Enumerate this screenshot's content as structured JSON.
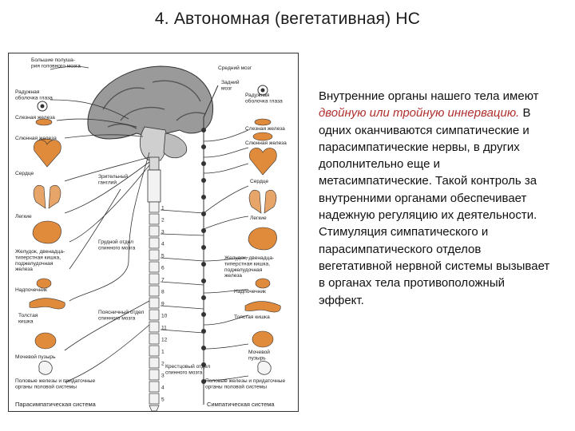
{
  "slide": {
    "title": "4. Автономная (вегетативная) НС"
  },
  "figure": {
    "labels_left": [
      "Большие полуша-\nрия головного мозга",
      "Радужная\nоболочка глаза",
      "Слезная железа",
      "Слюнная железа",
      "Сердце",
      "Легкие",
      "Желудок, двенадца-\nтиперстная кишка,\nподжелудочная\nжелеза",
      "Надпочечник",
      "Толстая\nкишка",
      "Мочевой пузырь",
      "Половые железы и придаточные\nорганы половой системы"
    ],
    "labels_center": [
      "Средний мозг",
      "Задний\nмозг",
      "Зрительный\nганглий",
      "Грудной отдел\nспинного мозга",
      "Поясничный отдел\nспинного мозга",
      "Крестцовый отдел\nспинного мозга"
    ],
    "labels_right": [
      "Радужная\nоболочка глаза",
      "Слезная железа",
      "Слюнная железа",
      "Сердце",
      "Легкие",
      "Желудок, двенадца-\nтиперстная кишка,\nподжелудочная\nжелеза",
      "Надпочечник",
      "Толстая кишка",
      "Мочевой\nпузырь",
      "Половые железы и придаточные\nорганы половой системы"
    ],
    "left_caption": "Парасимпатическая система",
    "right_caption": "Симпатическая система",
    "spine_numbers": [
      "1",
      "2",
      "3",
      "4",
      "5",
      "6",
      "7",
      "8",
      "9",
      "10",
      "11",
      "12",
      "1",
      "2",
      "3",
      "4",
      "5"
    ],
    "colors": {
      "organ": "#e08a3c",
      "brain": "#8a8a8a",
      "nerve": "#333333"
    }
  },
  "text": {
    "line1": "Внутренние органы нашего тела имеют ",
    "emphasis": "двойную или тройную иннервацию.",
    "line2": " В одних оканчиваются симпатические и парасимпатические нервы, в других дополнительно еще и метасимпатические. Такой контроль за внутренними органами обеспечивает надежную регуляцию их деятельности.",
    "paragraph2": "Стимуляция симпатического и парасимпатического отделов вегетативной нервной системы вызывает в органах тела противоположный эффект."
  }
}
